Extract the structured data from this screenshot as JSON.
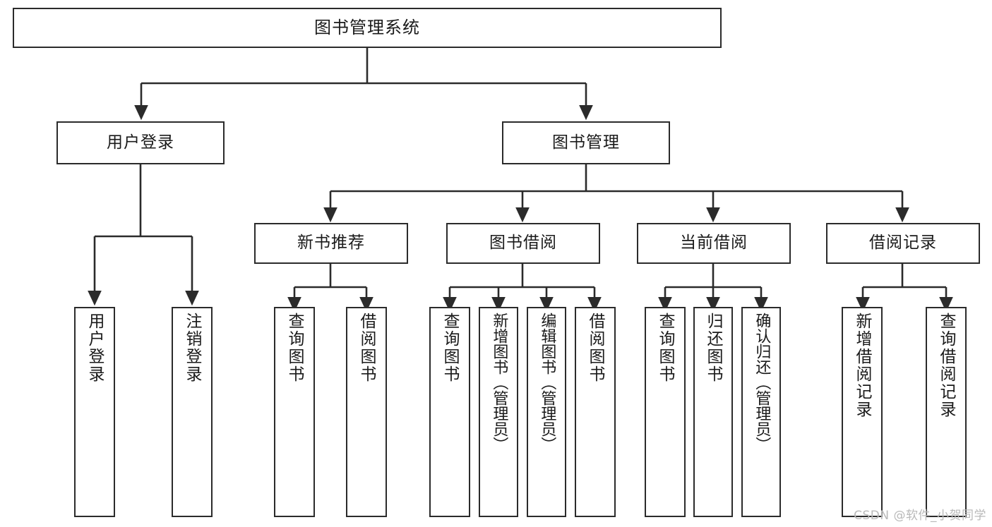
{
  "diagram": {
    "title": "图书管理系统",
    "type": "tree-hierarchy-chart",
    "watermark": "CSDN @软件_小贺同学",
    "colors": {
      "stroke": "#2b2b2b",
      "fill": "#ffffff",
      "text": "#1a1a1a",
      "watermark": "#b9b9b9"
    },
    "levels": {
      "level1": [
        {
          "id": "root",
          "label": "图书管理系统"
        }
      ],
      "level2": [
        {
          "id": "user-login",
          "label": "用户登录"
        },
        {
          "id": "book-manage",
          "label": "图书管理"
        }
      ],
      "level3": [
        {
          "id": "new-book-recommend",
          "label": "新书推荐"
        },
        {
          "id": "book-borrow",
          "label": "图书借阅"
        },
        {
          "id": "current-borrow",
          "label": "当前借阅"
        },
        {
          "id": "borrow-record",
          "label": "借阅记录"
        }
      ],
      "leaves": [
        {
          "id": "leaf-user-login",
          "label": "用户登录",
          "parent": "user-login"
        },
        {
          "id": "leaf-user-logout",
          "label": "注销登录",
          "parent": "user-login"
        },
        {
          "id": "leaf-query-book-1",
          "label": "查询图书",
          "parent": "new-book-recommend"
        },
        {
          "id": "leaf-borrow-book-1",
          "label": "借阅图书",
          "parent": "new-book-recommend"
        },
        {
          "id": "leaf-query-book-2",
          "label": "查询图书",
          "parent": "book-borrow"
        },
        {
          "id": "leaf-add-book",
          "label": "新增图书（管理员）",
          "parent": "book-borrow"
        },
        {
          "id": "leaf-edit-book",
          "label": "编辑图书（管理员）",
          "parent": "book-borrow"
        },
        {
          "id": "leaf-borrow-book-2",
          "label": "借阅图书",
          "parent": "book-borrow"
        },
        {
          "id": "leaf-query-book-3",
          "label": "查询图书",
          "parent": "current-borrow"
        },
        {
          "id": "leaf-return-book",
          "label": "归还图书",
          "parent": "current-borrow"
        },
        {
          "id": "leaf-confirm-return",
          "label": "确认归还（管理员）",
          "parent": "current-borrow"
        },
        {
          "id": "leaf-add-record",
          "label": "新增借阅记录",
          "parent": "borrow-record"
        },
        {
          "id": "leaf-query-record",
          "label": "查询借阅记录",
          "parent": "borrow-record"
        }
      ]
    }
  }
}
